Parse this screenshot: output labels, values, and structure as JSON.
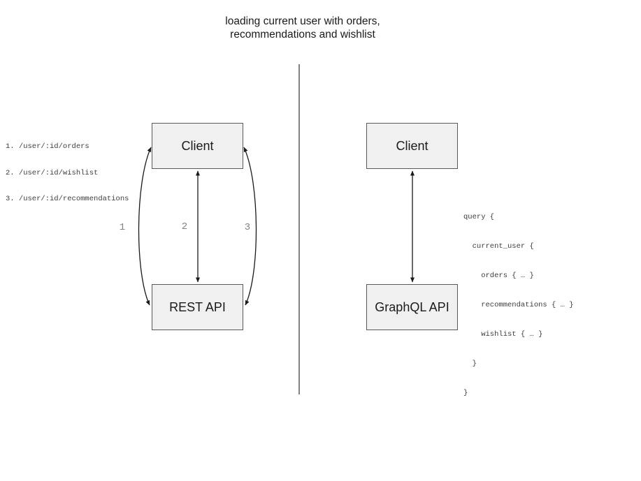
{
  "title": {
    "line1": "loading current user with orders,",
    "line2": "recommendations and wishlist"
  },
  "left": {
    "client_label": "Client",
    "api_label": "REST API",
    "annotations": [
      "1. /user/:id/orders",
      "2. /user/:id/wishlist",
      "3. /user/:id/recommendations"
    ],
    "arrow_labels": [
      "1",
      "2",
      "3"
    ]
  },
  "right": {
    "client_label": "Client",
    "api_label": "GraphQL API",
    "query_lines": [
      "query {",
      "  current_user {",
      "    orders { … }",
      "    recommendations { … }",
      "    wishlist { … }",
      "  }",
      "}"
    ]
  },
  "colors": {
    "box_fill": "#f0f0f0",
    "box_border": "#595959",
    "arrow": "#1a1a1a",
    "divider": "#595959",
    "label_gray": "#808080",
    "code_text": "#3d3d3d",
    "text": "#1a1a1a"
  }
}
